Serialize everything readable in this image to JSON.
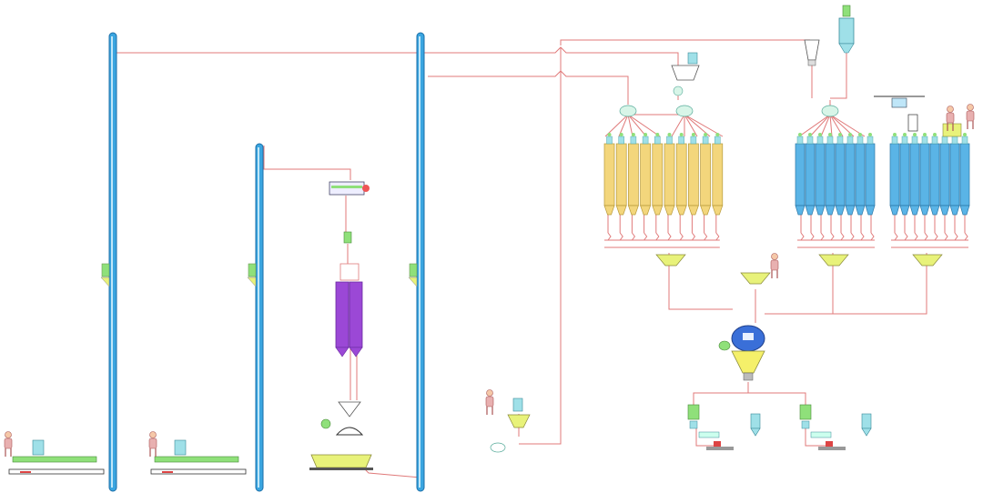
{
  "title": "",
  "colors": {
    "background": "#ffffff",
    "elevator": "#3aa5e0",
    "elevator_edge": "#1c6fa8",
    "pipe": "#e07a7a",
    "bin_yellow": "#f3d67c",
    "bin_blue": "#5ab4e6",
    "bin_purple": "#9b48d6",
    "hopper": "#e8f27a",
    "mixer_blue": "#3a6fd8",
    "equipment_green": "#8fe07a",
    "equipment_cyan": "#9fe0e8",
    "operator": "#e8b0b0"
  },
  "bins": {
    "group_1": {
      "count": 10,
      "fill": "yellow"
    },
    "group_2": {
      "count": 8,
      "fill": "blue"
    },
    "group_3": {
      "count": 8,
      "fill": "blue"
    }
  },
  "elevators": 3,
  "operators": 6
}
